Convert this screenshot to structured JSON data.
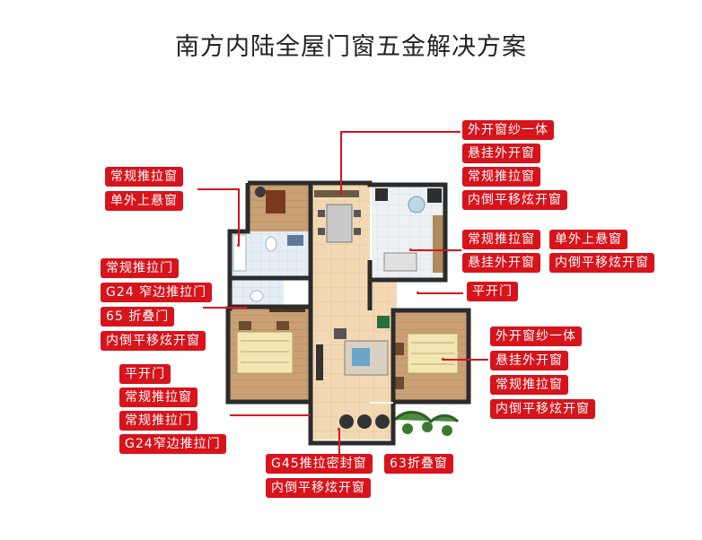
{
  "title": "南方内陆全屋门窗五金解决方案",
  "groups": {
    "top_right": [
      "外开窗纱一体",
      "悬挂外开窗",
      "常规推拉窗",
      "内倒平移炫开窗"
    ],
    "top_left": [
      "常规推拉窗",
      "单外上悬窗"
    ],
    "mid_right_row1": [
      "常规推拉窗",
      "单外上悬窗"
    ],
    "mid_right_row2": [
      "悬挂外开窗",
      "内倒平移炫开窗"
    ],
    "mid_left": [
      "常规推拉门",
      "G24 窄边推拉门",
      "65 折叠门",
      "内倒平移炫开窗"
    ],
    "center_right": [
      "平开门"
    ],
    "right_lower": [
      "外开窗纱一体",
      "悬挂外开窗",
      "常规推拉窗",
      "内倒平移炫开窗"
    ],
    "left_lower": [
      "平开门",
      "常规推拉窗",
      "常规推拉门",
      "G24窄边推拉门"
    ],
    "bottom_row1": [
      "G45推拉密封窗",
      "63折叠窗"
    ],
    "bottom_row2": [
      "内倒平移炫开窗"
    ]
  },
  "colors": {
    "tag_bg": "#d7141c",
    "wall": "#2b2b2b",
    "floor_wood": "#f2d6ae",
    "tile": "#e8eef4"
  }
}
